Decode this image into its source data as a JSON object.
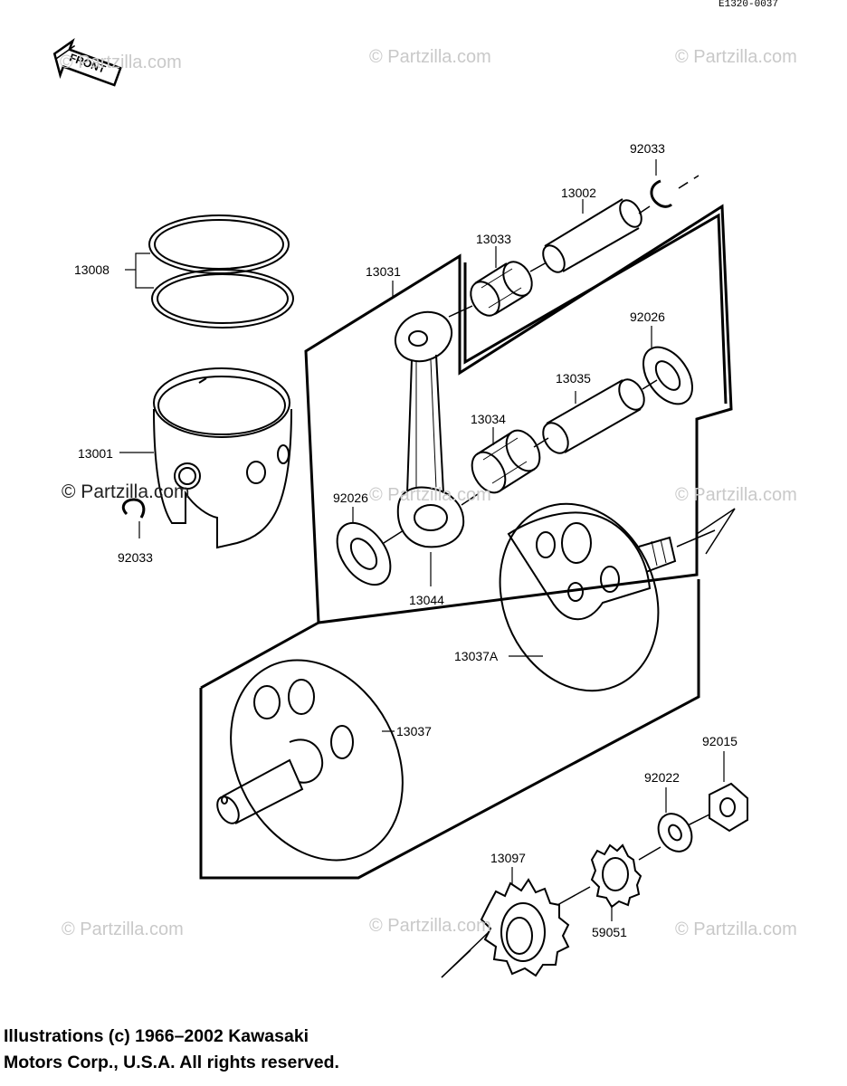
{
  "diagram_id": "E1320-0037",
  "front_label": "FRONT",
  "watermark": "© Partzilla.com",
  "callouts": {
    "p92033_top": "92033",
    "p13002": "13002",
    "p13033": "13033",
    "p13008": "13008",
    "p13031": "13031",
    "p92026_right": "92026",
    "p13035": "13035",
    "p13034": "13034",
    "p13001": "13001",
    "p92026_left": "92026",
    "p92033_bottom": "92033",
    "p13044": "13044",
    "p13037A": "13037A",
    "p13037": "13037",
    "p92015": "92015",
    "p92022": "92022",
    "p13097": "13097",
    "p59051": "59051"
  },
  "footer": {
    "line1": "Illustrations (c) 1966–2002 Kawasaki",
    "line2": "Motors Corp., U.S.A.  All rights reserved."
  }
}
